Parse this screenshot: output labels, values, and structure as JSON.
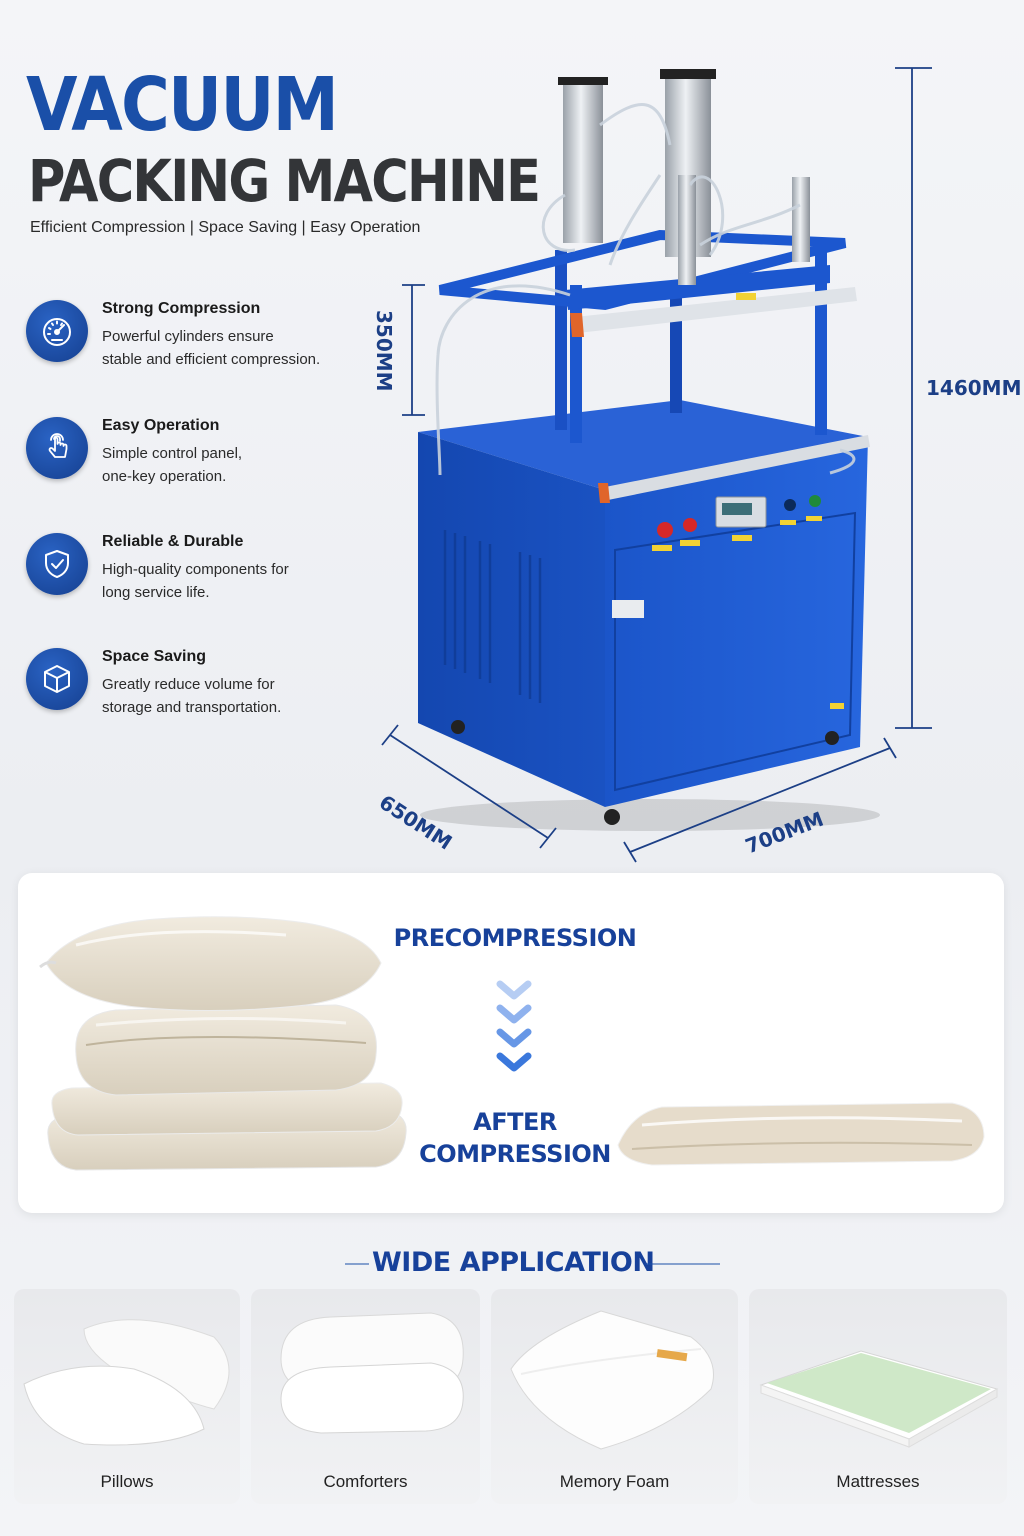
{
  "header": {
    "title": "VACUUM",
    "subtitle": "PACKING MACHINE",
    "tagline": "Efficient Compression | Space Saving | Easy Operation"
  },
  "features": [
    {
      "title": "Strong Compression",
      "line1": "Powerful cylinders ensure",
      "line2": "stable and efficient compression.",
      "icon": "gauge-icon"
    },
    {
      "title": "Easy Operation",
      "line1": "Simple control panel,",
      "line2": "one-key operation.",
      "icon": "touch-icon"
    },
    {
      "title": "Reliable & Durable",
      "line1": "High-quality components for",
      "line2": "long service life.",
      "icon": "shield-check-icon"
    },
    {
      "title": "Space Saving",
      "line1": "Greatly reduce volume for",
      "line2": "storage and transportation.",
      "icon": "cube-icon"
    }
  ],
  "dimensions": {
    "stroke": "350MM",
    "height": "1460MM",
    "depth": "650MM",
    "width": "700MM"
  },
  "compression": {
    "before": "PRECOMPRESSION",
    "after_line1": "AFTER",
    "after_line2": "COMPRESSION"
  },
  "applications": {
    "heading": "WIDE APPLICATION",
    "items": [
      {
        "label": "Pillows"
      },
      {
        "label": "Comforters"
      },
      {
        "label": "Memory Foam"
      },
      {
        "label": "Mattresses"
      }
    ]
  },
  "colors": {
    "brand_blue": "#1a4fa8",
    "machine_blue": "#1e5ad1",
    "dark_text": "#333538"
  }
}
